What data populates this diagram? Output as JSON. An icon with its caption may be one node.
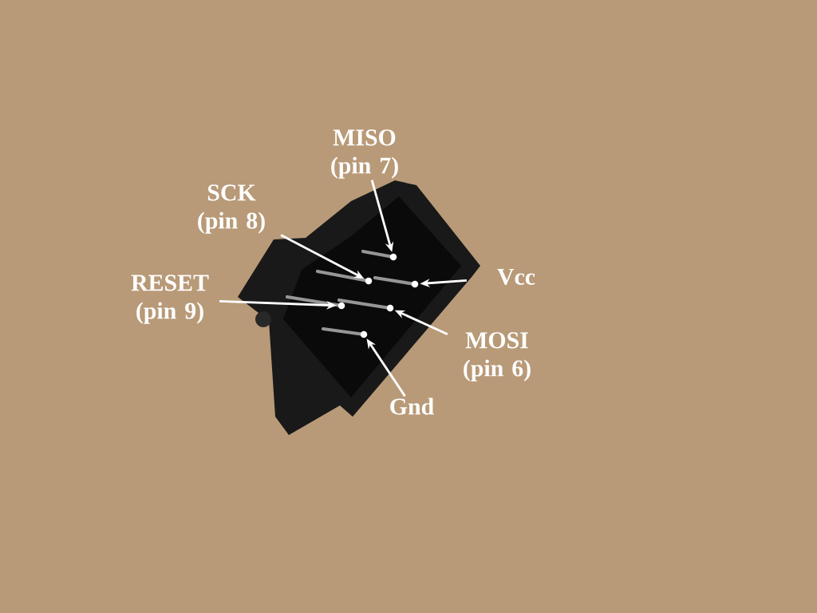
{
  "diagram": {
    "nodes": [
      {
        "text": [
          "MISO (pin 7)"
        ]
      },
      {
        "text": [
          "SCK (pin 8)"
        ]
      },
      {
        "text": [
          "RESET (pin 9)"
        ]
      },
      {
        "text": [
          "Vcc"
        ]
      },
      {
        "text": [
          "MOSI (pin 6)"
        ]
      },
      {
        "text": [
          "Gnd"
        ]
      },
      {
        "text": [],
        "shape": "circle"
      },
      {
        "text": [],
        "shape": "circle"
      },
      {
        "text": [],
        "shape": "circle"
      },
      {
        "text": [],
        "shape": "circle"
      },
      {
        "text": [],
        "shape": "circle"
      },
      {
        "text": [],
        "shape": "circle"
      }
    ],
    "edges": [
      {
        "from": 0,
        "to": 10,
        "arrow": "to"
      },
      {
        "from": 1,
        "to": 8,
        "arrow": "to"
      },
      {
        "from": 2,
        "to": 6,
        "arrow": "to"
      },
      {
        "from": 3,
        "to": 11,
        "arrow": "to"
      },
      {
        "from": 4,
        "to": 9,
        "arrow": "to"
      },
      {
        "from": 5,
        "to": 7,
        "arrow": "to"
      }
    ]
  }
}
